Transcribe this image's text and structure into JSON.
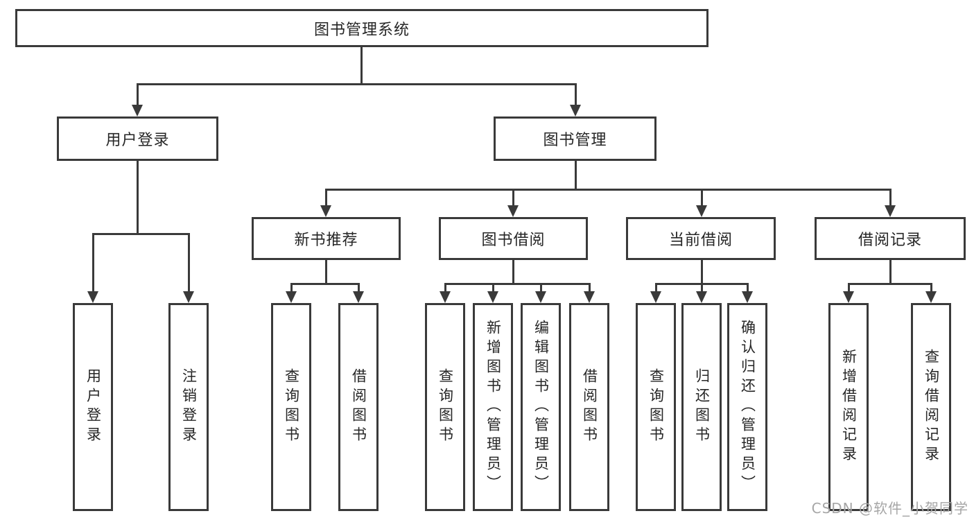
{
  "diagram": {
    "title": "图书管理系统",
    "branches": [
      {
        "label": "用户登录",
        "children": [
          {
            "label": "用户登录"
          },
          {
            "label": "注销登录"
          }
        ]
      },
      {
        "label": "图书管理",
        "children": [
          {
            "label": "新书推荐",
            "children": [
              {
                "label": "查询图书"
              },
              {
                "label": "借阅图书"
              }
            ]
          },
          {
            "label": "图书借阅",
            "children": [
              {
                "label": "查询图书"
              },
              {
                "label": "新增图书（管理员）"
              },
              {
                "label": "编辑图书（管理员）"
              },
              {
                "label": "借阅图书"
              }
            ]
          },
          {
            "label": "当前借阅",
            "children": [
              {
                "label": "查询图书"
              },
              {
                "label": "归还图书"
              },
              {
                "label": "确认归还（管理员）"
              }
            ]
          },
          {
            "label": "借阅记录",
            "children": [
              {
                "label": "新增借阅记录"
              },
              {
                "label": "查询借阅记录"
              }
            ]
          }
        ]
      }
    ]
  },
  "watermark": {
    "text": "CSDN @软件_小贺同学"
  },
  "colors": {
    "line": "#3a3a3a",
    "text": "#262626",
    "watermark": "#a6a6a6",
    "background": "#ffffff"
  }
}
